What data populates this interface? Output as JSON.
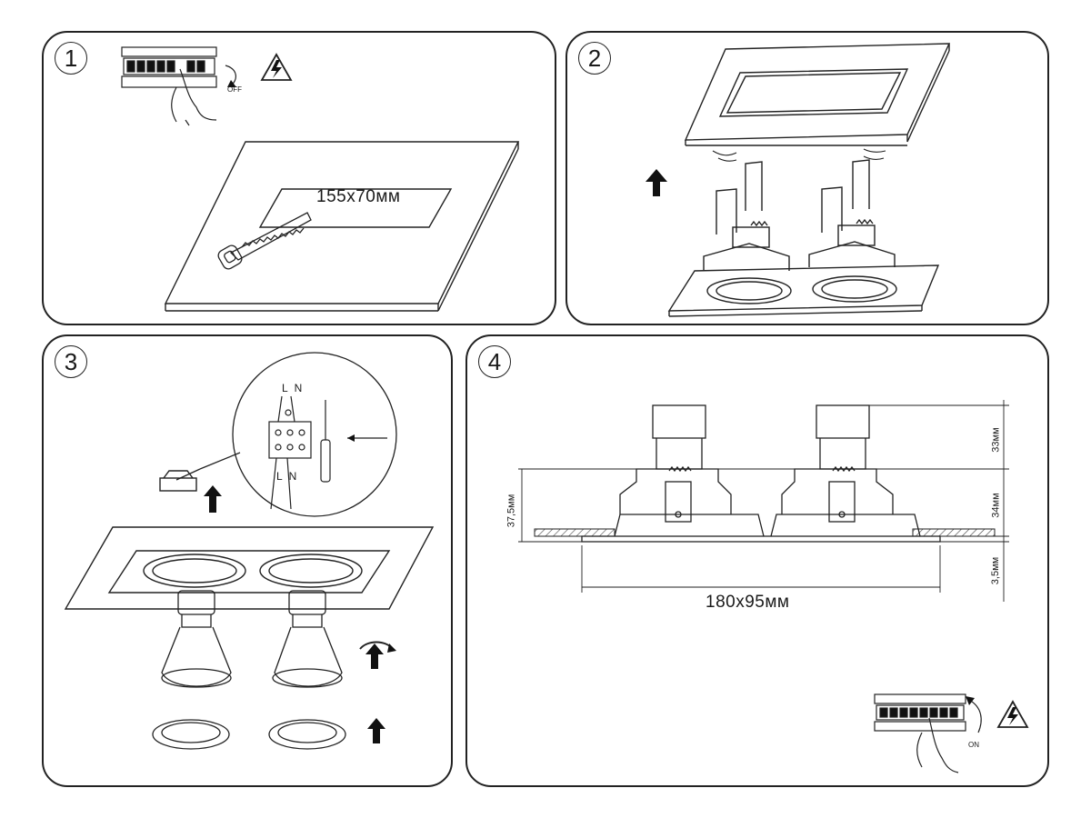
{
  "steps": [
    {
      "number": "1",
      "label": "155x70мм",
      "switch_label": "OFF"
    },
    {
      "number": "2"
    },
    {
      "number": "3",
      "wire_top": "L N",
      "wire_bottom": "L N"
    },
    {
      "number": "4",
      "size_label": "180x95мм",
      "switch_label": "ON",
      "dim_top": "33мм",
      "dim_mid": "34мм",
      "dim_bottom": "3,5мм",
      "dim_left": "37,5мм"
    }
  ],
  "colors": {
    "line": "#222222",
    "fill_dark": "#111111",
    "hatch": "#444444"
  },
  "icons": [
    "circuit-breaker-icon",
    "hand-icon",
    "high-voltage-warning-icon",
    "saw-icon",
    "arrow-up-icon",
    "screwdriver-icon",
    "terminal-block-icon",
    "rotate-arrow-icon"
  ]
}
